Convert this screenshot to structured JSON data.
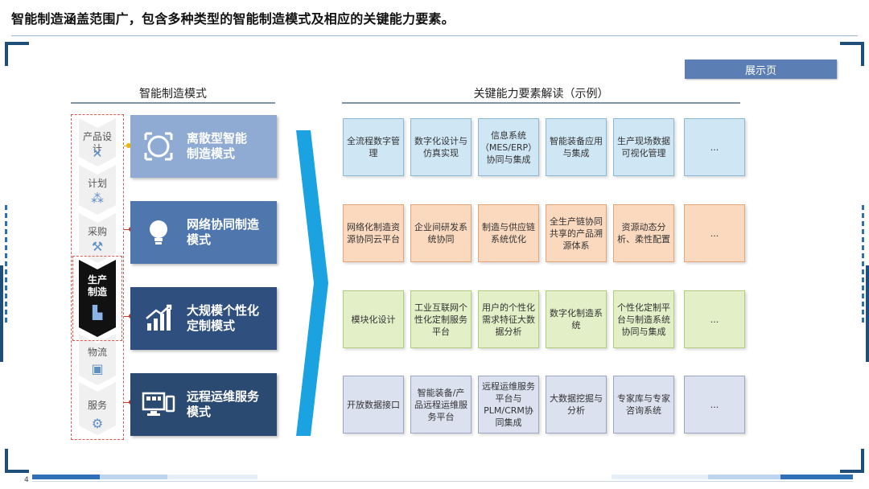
{
  "slide": {
    "title": "智能制造涵盖范围广，包含多种类型的智能制造模式及相应的关键能力要素。",
    "show_page_label": "展示页",
    "page_number": "4"
  },
  "left": {
    "heading": "智能制造模式",
    "stages": [
      {
        "label": "产品设计",
        "active": false,
        "icon": "pencil-ruler-icon"
      },
      {
        "label": "计划",
        "active": false,
        "icon": "network-grid-icon"
      },
      {
        "label": "采购",
        "active": false,
        "icon": "shopping-icon"
      },
      {
        "label": "生产制造",
        "active": true,
        "icon": "factory-icon"
      },
      {
        "label": "物流",
        "active": false,
        "icon": "truck-icon"
      },
      {
        "label": "服务",
        "active": false,
        "icon": "wrench-icon"
      }
    ],
    "modes": [
      {
        "label": "离散型智能制造模式",
        "line1": "离散型智能",
        "line2": "制造模式",
        "color": "#8fabd3",
        "icon": "expand-frame-icon"
      },
      {
        "label": "网络协同制造模式",
        "line1": "网络协同制造",
        "line2": "模式",
        "color": "#4f77ad",
        "icon": "lightbulb-icon"
      },
      {
        "label": "大规模个性化定制模式",
        "line1": "大规模个性化",
        "line2": "定制模式",
        "color": "#2f4f7f",
        "icon": "growth-chart-icon"
      },
      {
        "label": "远程运维服务模式",
        "line1": "远程运维服务",
        "line2": "模式",
        "color": "#2b4a72",
        "icon": "remote-monitor-icon"
      }
    ]
  },
  "right": {
    "heading": "关键能力要素解读（示例）",
    "rows": [
      [
        "全流程数字管理",
        "数字化设计与仿真实现",
        "信息系统（MES/ERP）协同与集成",
        "智能装备应用与集成",
        "生产现场数据可视化管理",
        "..."
      ],
      [
        "网络化制造资源协同云平台",
        "企业间研发系统协同",
        "制造与供应链系统优化",
        "全生产链协同共享的产品溯源体系",
        "资源动态分析、柔性配置",
        "..."
      ],
      [
        "模块化设计",
        "工业互联网个性化定制服务平台",
        "用户的个性化需求特征大数据分析",
        "数字化制造系统",
        "个性化定制平台与制造系统协同与集成",
        "..."
      ],
      [
        "开放数据接口",
        "智能装备/产品远程运维服务平台",
        "远程运维服务平台与PLM/CRM协同集成",
        "大数据挖掘与分析",
        "专家库与专家咨询系统",
        "..."
      ]
    ],
    "row_colors": [
      {
        "fill": "#cfe6f4",
        "border": "#8db7d3"
      },
      {
        "fill": "#fbd9bf",
        "border": "#e3a57a"
      },
      {
        "fill": "#e2efc7",
        "border": "#aecb7e"
      },
      {
        "fill": "#dbe1ee",
        "border": "#9aa7c4"
      }
    ]
  },
  "colors": {
    "accent": "#1f4e79",
    "chevron": "#1aa3e0",
    "connector_red": "#c0392b",
    "connector_yellow": "#f0b400"
  }
}
